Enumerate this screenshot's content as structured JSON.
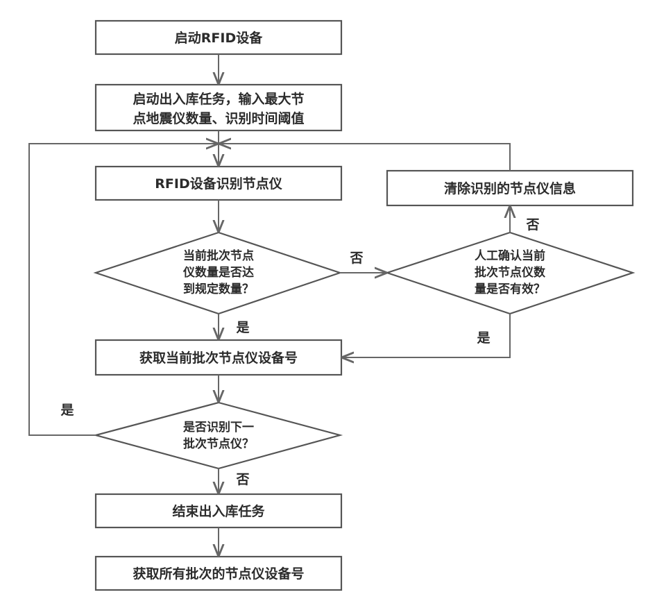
{
  "nodes": {
    "start_rfid": "启动RFID设备",
    "start_task_line1": "启动出入库任务，输入最大节",
    "start_task_line2": "点地震仪数量、识别时间阈值",
    "rfid_identify": "RFID设备识别节点仪",
    "clear_info": "清除识别的节点仪信息",
    "check_count_line1": "当前批次节点",
    "check_count_line2": "仪数量是否达",
    "check_count_line3": "到规定数量？",
    "manual_confirm_line1": "人工确认当前",
    "manual_confirm_line2": "批次节点仪数",
    "manual_confirm_line3": "量是否有效？",
    "get_batch_ids": "获取当前批次节点仪设备号",
    "next_batch_line1": "是否识别下一",
    "next_batch_line2": "批次节点仪？",
    "end_task": "结束出入库任务",
    "get_all_ids": "获取所有批次的节点仪设备号"
  },
  "edges": {
    "count_no": "否",
    "count_yes": "是",
    "manual_no": "否",
    "manual_yes": "是",
    "next_yes": "是",
    "next_no": "否"
  },
  "colors": {
    "stroke": "#555555",
    "text": "#2b2b2b"
  }
}
